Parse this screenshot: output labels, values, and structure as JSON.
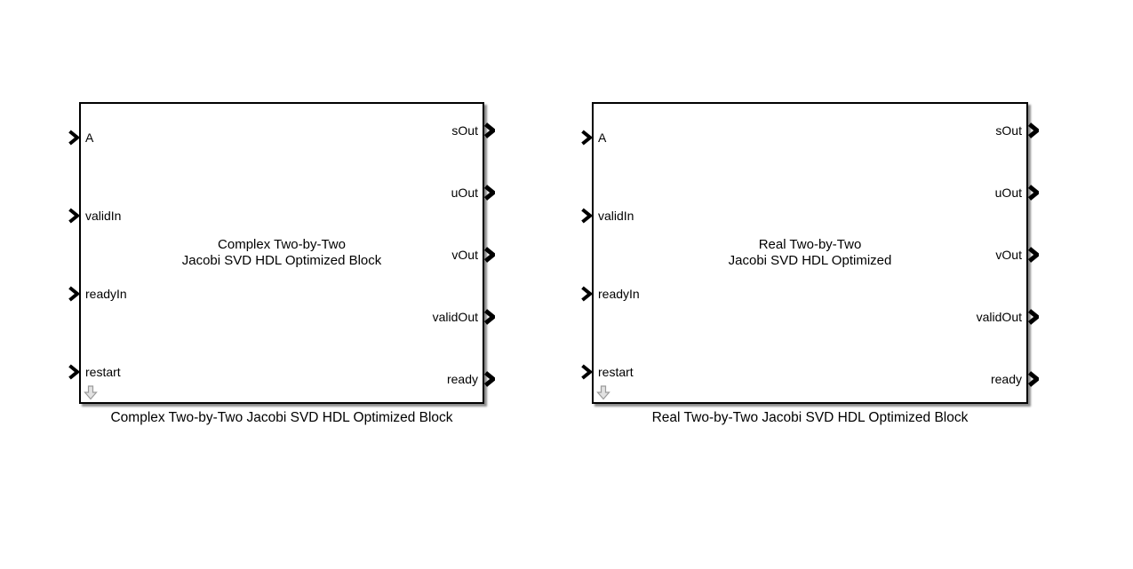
{
  "canvas": {
    "background": "#ffffff"
  },
  "colors": {
    "block_border": "#000000",
    "block_fill": "#ffffff",
    "shadow": "rgba(0,0,0,0.45)",
    "port_chevron": "#000000",
    "badge_fill": "#e2e2e2",
    "badge_stroke": "#9b9b9b",
    "text": "#000000"
  },
  "icons": {
    "input_port": "chevron-right",
    "output_port": "chevron-right",
    "annotation_badge": "arrow-down"
  },
  "blocks": [
    {
      "title_line1": "Complex Two-by-Two",
      "title_line2": "Jacobi SVD HDL Optimized Block",
      "caption": "Complex Two-by-Two Jacobi SVD HDL Optimized Block",
      "inputs": [
        {
          "label": "A"
        },
        {
          "label": "validIn"
        },
        {
          "label": "readyIn"
        },
        {
          "label": "restart"
        }
      ],
      "outputs": [
        {
          "label": "sOut"
        },
        {
          "label": "uOut"
        },
        {
          "label": "vOut"
        },
        {
          "label": "validOut"
        },
        {
          "label": "ready"
        }
      ]
    },
    {
      "title_line1": "Real Two-by-Two",
      "title_line2": "Jacobi SVD HDL Optimized",
      "caption": "Real Two-by-Two Jacobi SVD HDL Optimized Block",
      "inputs": [
        {
          "label": "A"
        },
        {
          "label": "validIn"
        },
        {
          "label": "readyIn"
        },
        {
          "label": "restart"
        }
      ],
      "outputs": [
        {
          "label": "sOut"
        },
        {
          "label": "uOut"
        },
        {
          "label": "vOut"
        },
        {
          "label": "validOut"
        },
        {
          "label": "ready"
        }
      ]
    }
  ]
}
